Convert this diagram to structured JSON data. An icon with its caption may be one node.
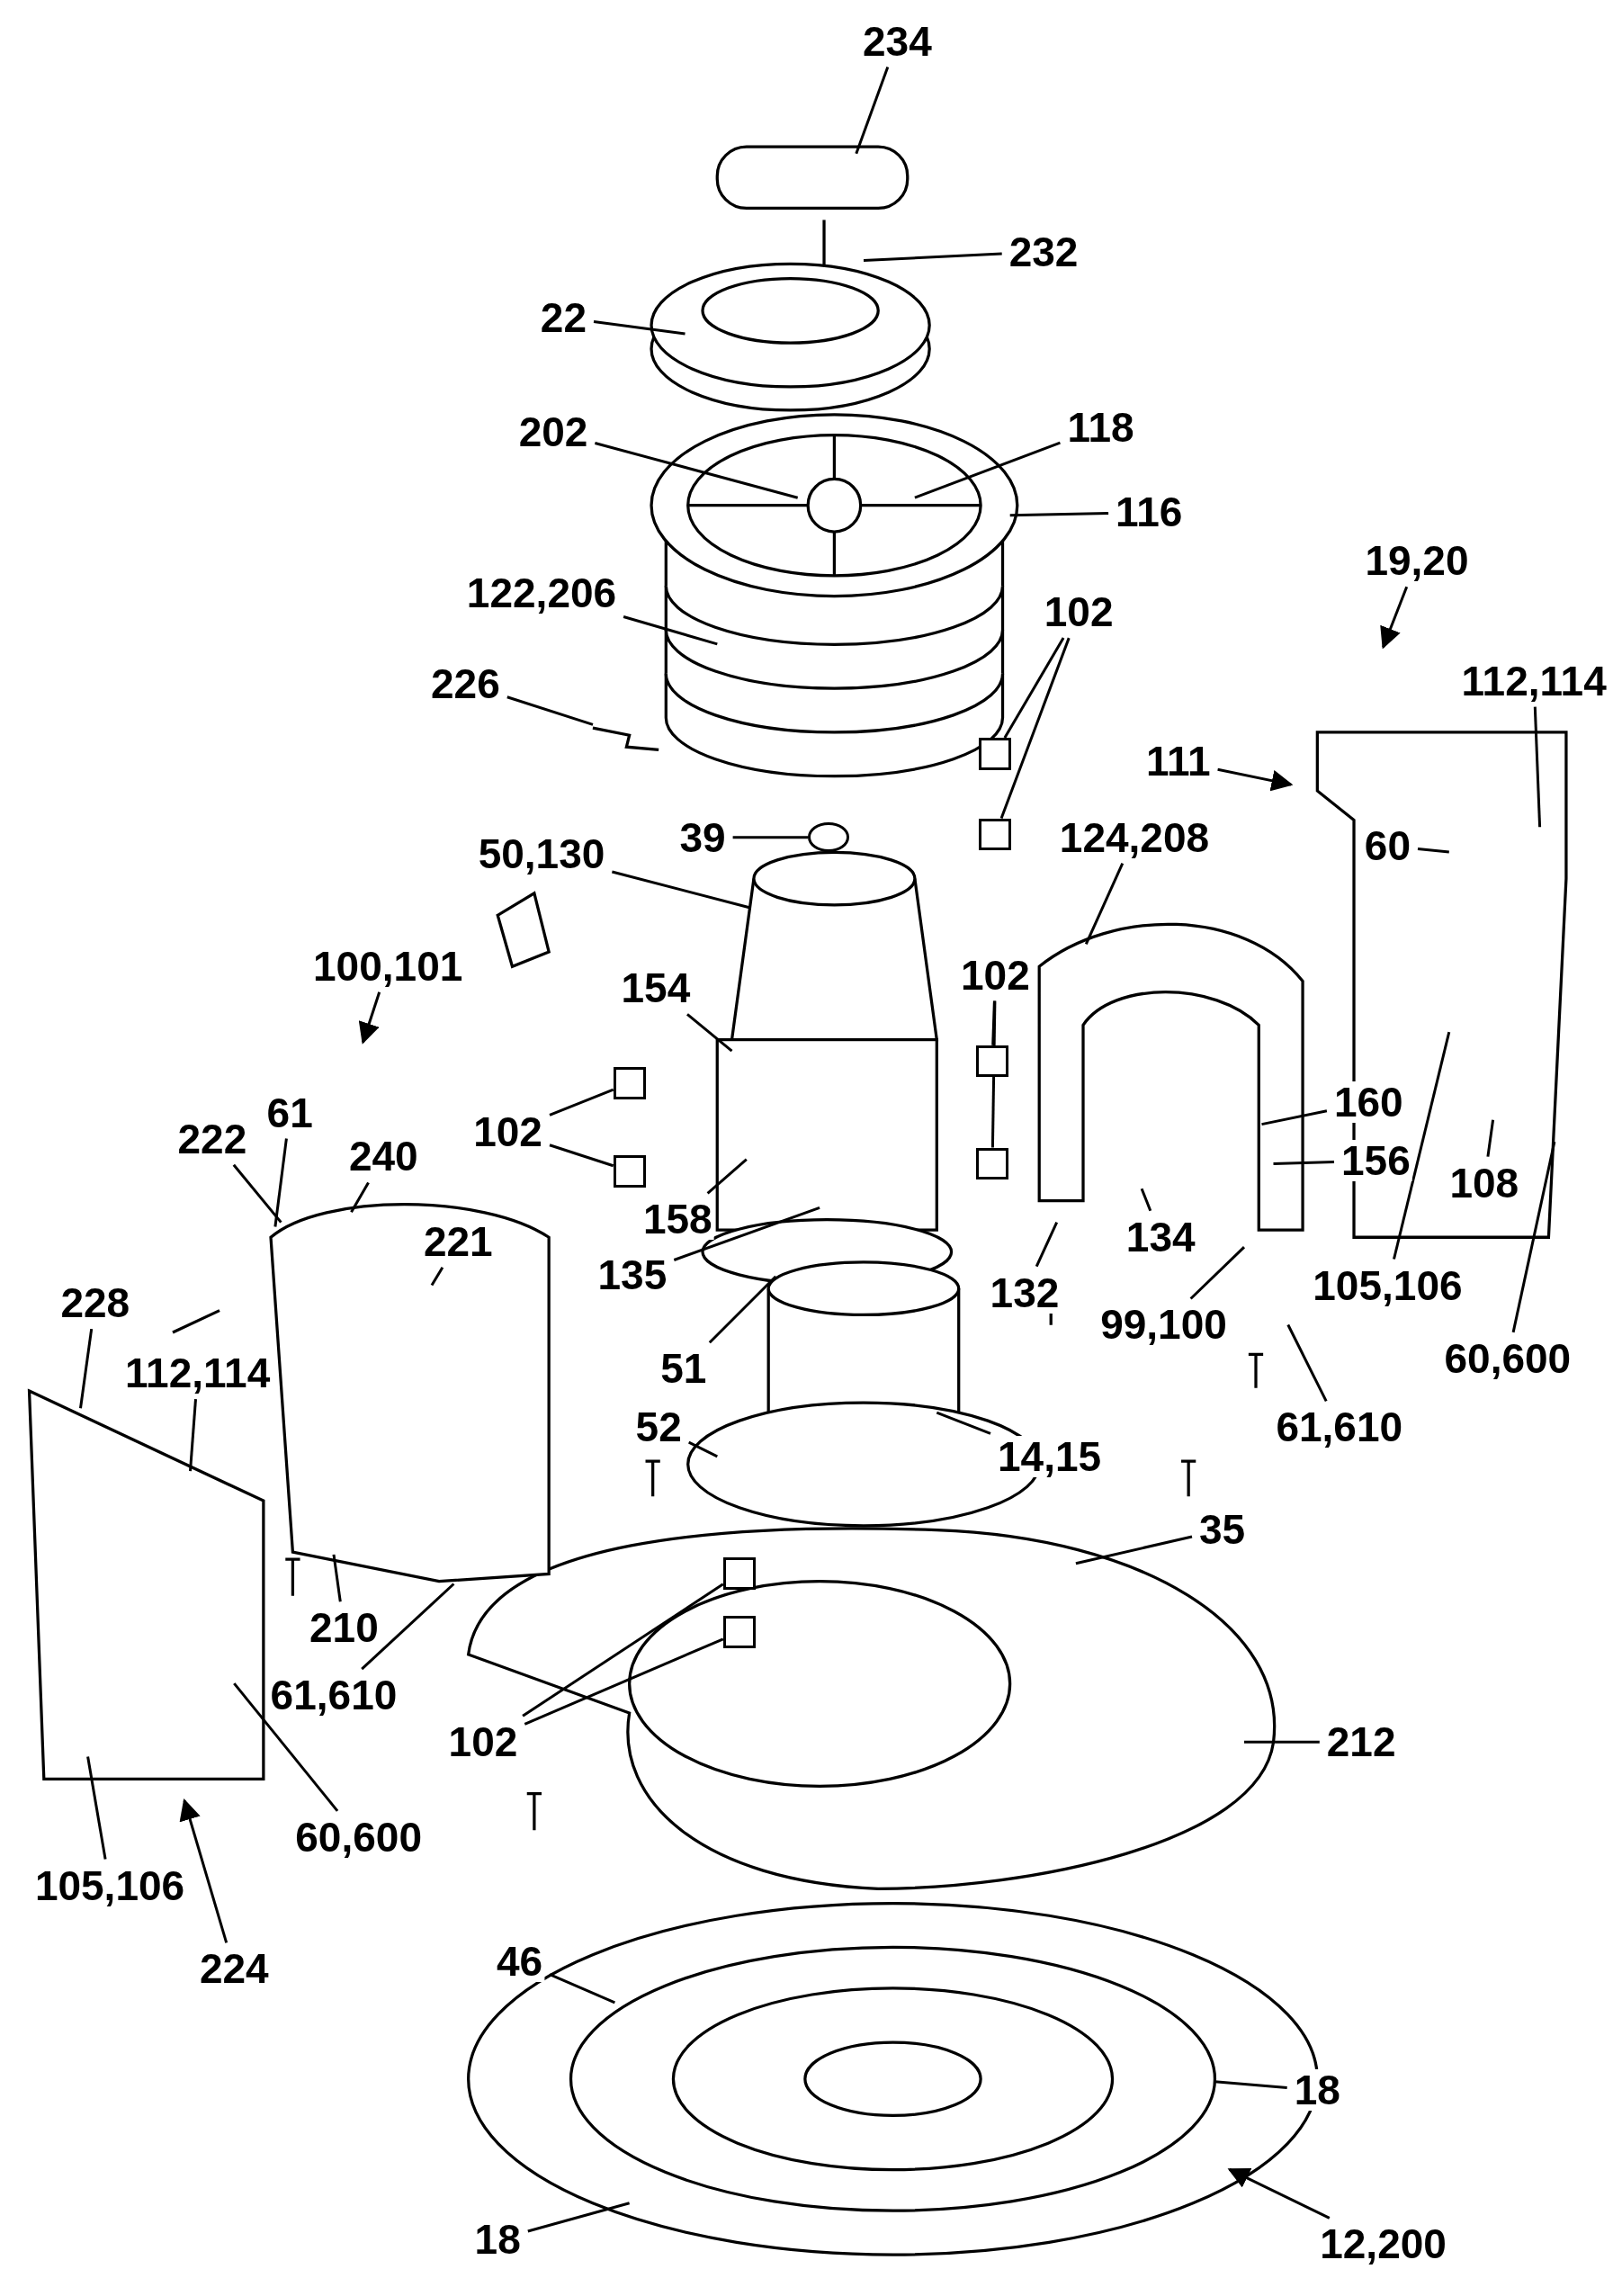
{
  "diagram": {
    "nodes": [
      {
        "text": [
          "234"
        ]
      },
      {
        "text": [
          "232"
        ]
      },
      {
        "text": [
          "22"
        ]
      },
      {
        "text": [
          "202"
        ]
      },
      {
        "text": [
          "118"
        ]
      },
      {
        "text": [
          "116"
        ]
      },
      {
        "text": [
          "122,206"
        ]
      },
      {
        "text": [
          "226"
        ]
      },
      {
        "text": [
          "102"
        ]
      },
      {
        "text": [
          "19,20"
        ]
      },
      {
        "text": [
          "112,114"
        ]
      },
      {
        "text": [
          "111"
        ]
      },
      {
        "text": [
          "39"
        ]
      },
      {
        "text": [
          "124,208"
        ]
      },
      {
        "text": [
          "60"
        ]
      },
      {
        "text": [
          "50,130"
        ]
      },
      {
        "text": [
          "100,101"
        ]
      },
      {
        "text": [
          "154"
        ]
      },
      {
        "text": [
          "102"
        ]
      },
      {
        "text": [
          "102"
        ]
      },
      {
        "text": [
          "61"
        ]
      },
      {
        "text": [
          "222"
        ]
      },
      {
        "text": [
          "240"
        ]
      },
      {
        "text": [
          "221"
        ]
      },
      {
        "text": [
          "160"
        ]
      },
      {
        "text": [
          "156"
        ]
      },
      {
        "text": [
          "158"
        ]
      },
      {
        "text": [
          "135"
        ]
      },
      {
        "text": [
          "132"
        ]
      },
      {
        "text": [
          "134"
        ]
      },
      {
        "text": [
          "108"
        ]
      },
      {
        "text": [
          "105,106"
        ]
      },
      {
        "text": [
          "99,100"
        ]
      },
      {
        "text": [
          "60,600"
        ]
      },
      {
        "text": [
          "228"
        ]
      },
      {
        "text": [
          "112,114"
        ]
      },
      {
        "text": [
          "51"
        ]
      },
      {
        "text": [
          "52"
        ]
      },
      {
        "text": [
          "14,15"
        ]
      },
      {
        "text": [
          "61,610"
        ]
      },
      {
        "text": [
          "35"
        ]
      },
      {
        "text": [
          "210"
        ]
      },
      {
        "text": [
          "61,610"
        ]
      },
      {
        "text": [
          "102"
        ]
      },
      {
        "text": [
          "212"
        ]
      },
      {
        "text": [
          "60,600"
        ]
      },
      {
        "text": [
          "105,106"
        ]
      },
      {
        "text": [
          "224"
        ]
      },
      {
        "text": [
          "46"
        ]
      },
      {
        "text": [
          "18"
        ]
      },
      {
        "text": [
          "18"
        ]
      },
      {
        "text": [
          "12,200"
        ]
      },
      {
        "text": [],
        "shape": "box"
      },
      {
        "text": [],
        "shape": "box"
      },
      {
        "text": [],
        "shape": "box"
      },
      {
        "text": [],
        "shape": "box"
      },
      {
        "text": [],
        "shape": "box"
      },
      {
        "text": [],
        "shape": "box"
      },
      {
        "text": [],
        "shape": "box"
      },
      {
        "text": [],
        "shape": "box"
      },
      {
        "text": [],
        "shape": "circle"
      }
    ],
    "edges": [
      {
        "from": 0,
        "to": null,
        "arrow": "none"
      },
      {
        "from": 1,
        "to": null,
        "arrow": "none"
      },
      {
        "from": 2,
        "to": null,
        "arrow": "none"
      },
      {
        "from": 3,
        "to": null,
        "arrow": "none"
      },
      {
        "from": 4,
        "to": null,
        "arrow": "none"
      },
      {
        "from": 5,
        "to": null,
        "arrow": "none"
      },
      {
        "from": 6,
        "to": null,
        "arrow": "none"
      },
      {
        "from": 7,
        "to": null,
        "arrow": "none"
      },
      {
        "from": 8,
        "to": 52,
        "arrow": "none"
      },
      {
        "from": 8,
        "to": 53,
        "arrow": "none"
      },
      {
        "from": 9,
        "to": null,
        "arrow": "to"
      },
      {
        "from": 10,
        "to": null,
        "arrow": "none"
      },
      {
        "from": 11,
        "to": null,
        "arrow": "to"
      },
      {
        "from": 12,
        "to": 60,
        "arrow": "none"
      },
      {
        "from": 13,
        "to": null,
        "arrow": "none"
      },
      {
        "from": 14,
        "to": null,
        "arrow": "none"
      },
      {
        "from": 15,
        "to": null,
        "arrow": "none"
      },
      {
        "from": 16,
        "to": null,
        "arrow": "to"
      },
      {
        "from": 17,
        "to": null,
        "arrow": "none"
      },
      {
        "from": 18,
        "to": 54,
        "arrow": "none"
      },
      {
        "from": 18,
        "to": 55,
        "arrow": "none"
      },
      {
        "from": 19,
        "to": 56,
        "arrow": "none"
      },
      {
        "from": 19,
        "to": 57,
        "arrow": "none"
      },
      {
        "from": 20,
        "to": null,
        "arrow": "none"
      },
      {
        "from": 21,
        "to": null,
        "arrow": "none"
      },
      {
        "from": 22,
        "to": null,
        "arrow": "none"
      },
      {
        "from": 23,
        "to": null,
        "arrow": "none"
      },
      {
        "from": 24,
        "to": null,
        "arrow": "none"
      },
      {
        "from": 25,
        "to": null,
        "arrow": "none"
      },
      {
        "from": 26,
        "to": null,
        "arrow": "none"
      },
      {
        "from": 27,
        "to": null,
        "arrow": "none"
      },
      {
        "from": 28,
        "to": null,
        "arrow": "none"
      },
      {
        "from": 29,
        "to": null,
        "arrow": "none"
      },
      {
        "from": 30,
        "to": null,
        "arrow": "none"
      },
      {
        "from": 31,
        "to": null,
        "arrow": "none"
      },
      {
        "from": 32,
        "to": null,
        "arrow": "none"
      },
      {
        "from": 33,
        "to": null,
        "arrow": "none"
      },
      {
        "from": 34,
        "to": null,
        "arrow": "none"
      },
      {
        "from": 35,
        "to": null,
        "arrow": "none"
      },
      {
        "from": 36,
        "to": null,
        "arrow": "none"
      },
      {
        "from": 37,
        "to": null,
        "arrow": "none"
      },
      {
        "from": 38,
        "to": null,
        "arrow": "none"
      },
      {
        "from": 39,
        "to": null,
        "arrow": "none"
      },
      {
        "from": 40,
        "to": null,
        "arrow": "none"
      },
      {
        "from": 41,
        "to": null,
        "arrow": "none"
      },
      {
        "from": 42,
        "to": null,
        "arrow": "none"
      },
      {
        "from": 43,
        "to": 58,
        "arrow": "none"
      },
      {
        "from": 43,
        "to": 59,
        "arrow": "none"
      },
      {
        "from": 44,
        "to": null,
        "arrow": "none"
      },
      {
        "from": 45,
        "to": null,
        "arrow": "none"
      },
      {
        "from": 46,
        "to": null,
        "arrow": "none"
      },
      {
        "from": 47,
        "to": null,
        "arrow": "to"
      },
      {
        "from": 48,
        "to": null,
        "arrow": "none"
      },
      {
        "from": 49,
        "to": null,
        "arrow": "none"
      },
      {
        "from": 50,
        "to": null,
        "arrow": "none"
      },
      {
        "from": 51,
        "to": null,
        "arrow": "to"
      }
    ]
  }
}
